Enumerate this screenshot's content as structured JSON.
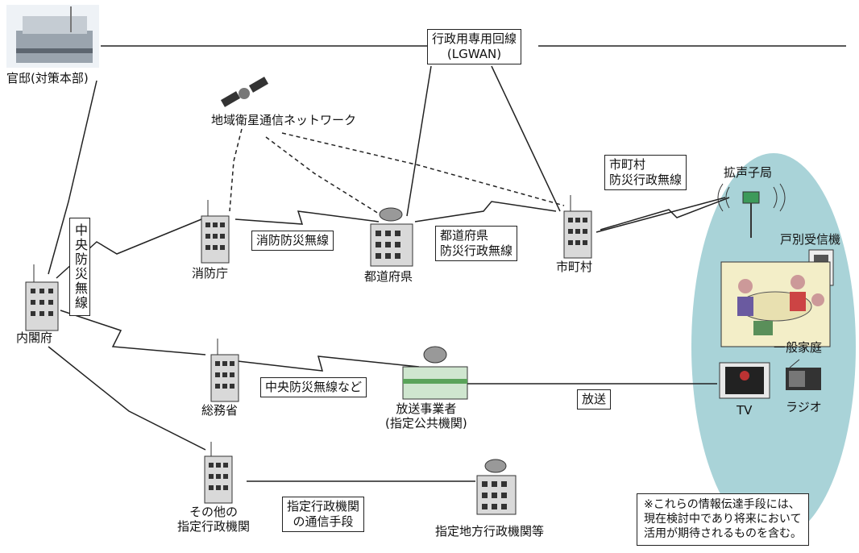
{
  "nodes": {
    "kantei": "官邸(対策本部)",
    "naikakufu": "内閣府",
    "shobocho": "消防庁",
    "todofuken": "都道府県",
    "shichoson": "市町村",
    "somusho": "総務省",
    "hoso_line1": "放送事業者",
    "hoso_line2": "(指定公共機関)",
    "sonota_line1": "その他の",
    "sonota_line2": "指定行政機関",
    "chiho": "指定地方行政機関等",
    "satellite": "地域衛星通信ネットワーク"
  },
  "links": {
    "lgwan_line1": "行政用専用回線",
    "lgwan_line2": "(LGWAN)",
    "chuo_bosai": "中央防災無線",
    "shobo_bosai": "消防防災無線",
    "todofuken_line1": "都道府県",
    "todofuken_line2": "防災行政無線",
    "shichoson_line1": "市町村",
    "shichoson_line2": "防災行政無線",
    "chuo_nado": "中央防災無線など",
    "gyosei_line1": "指定行政機関",
    "gyosei_line2": "の通信手段",
    "hoso": "放送"
  },
  "receivers": {
    "kakusei": "拡声子局",
    "kobetsu": "戸別受信機",
    "katei": "一般家庭",
    "tv": "TV",
    "radio": "ラジオ"
  },
  "note": {
    "line1": "※これらの情報伝達手段には、",
    "line2": "現在検討中であり将来において",
    "line3": "活用が期待されるものを含む。"
  },
  "colors": {
    "ellipse_fill": "#a9d3d8",
    "line": "#222222",
    "building": "#d9d9d9"
  }
}
